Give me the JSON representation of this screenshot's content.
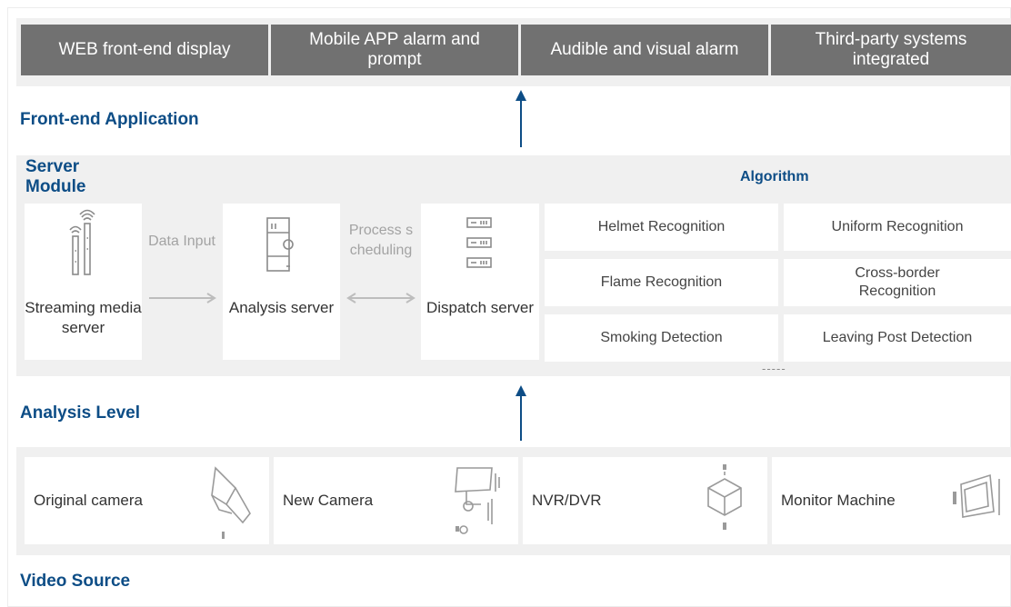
{
  "front_end": {
    "items": [
      "WEB front-end display",
      "Mobile APP alarm and prompt",
      "Audible and visual alarm",
      "Third-party systems integrated"
    ],
    "section_title": "Front-end Application"
  },
  "server_module": {
    "title": "Server Module",
    "streaming": "Streaming media server",
    "data_input": "Data Input",
    "analysis": "Analysis server",
    "process": "Process scheduling",
    "dispatch": "Dispatch server",
    "algorithm_title": "Algorithm",
    "algorithms": [
      "Helmet Recognition",
      "Uniform Recognition",
      "Flame Recognition",
      "Cross-border Recognition",
      "Smoking Detection",
      "Leaving Post Detection"
    ],
    "ellipsis": "-----"
  },
  "analysis_level": {
    "title": "Analysis Level"
  },
  "video_source": {
    "items": [
      "Original camera",
      "New Camera",
      "NVR/DVR",
      "Monitor Machine"
    ],
    "title": "Video Source"
  },
  "colors": {
    "accent": "#0d4d86",
    "dark_box": "#717171",
    "panel": "#f0f0f0",
    "muted_text": "#a3a3a3"
  },
  "icons": [
    "wifi-tower-icon",
    "server-rack-icon",
    "dispatch-rack-icon",
    "dome-camera-icon",
    "bullet-camera-icon",
    "nvr-box-icon",
    "monitor-icon"
  ]
}
